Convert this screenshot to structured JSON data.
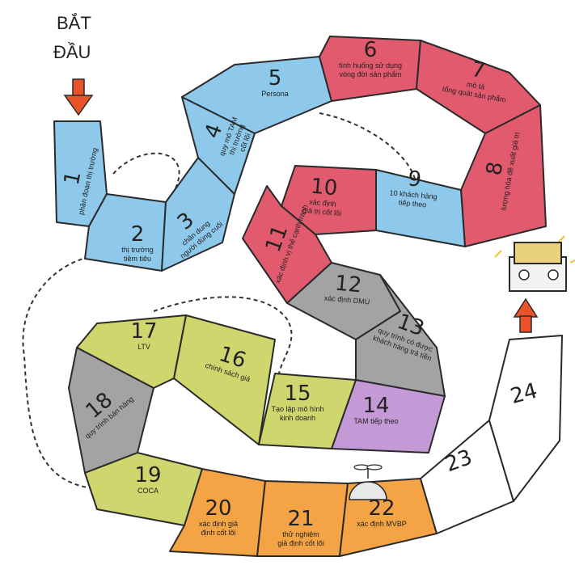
{
  "start_label": [
    "BẮT",
    "ĐẦU"
  ],
  "colors": {
    "blue": "#8ec8ea",
    "red": "#e25a6e",
    "gray": "#a4a3a4",
    "purple": "#c49ad6",
    "green": "#cfd66e",
    "orange": "#f4a445",
    "white": "#ffffff",
    "arrow": "#e8532a"
  },
  "squares": [
    {
      "n": "1",
      "lines": [
        "phân đoạn thị trường"
      ],
      "color": "blue"
    },
    {
      "n": "2",
      "lines": [
        "thị trường",
        "tiềm tiêu"
      ],
      "color": "blue"
    },
    {
      "n": "3",
      "lines": [
        "chân dung",
        "người dùng cuối"
      ],
      "color": "blue"
    },
    {
      "n": "4",
      "lines": [
        "quy mô TAM",
        "thị trường",
        "cốt lõi"
      ],
      "color": "blue"
    },
    {
      "n": "5",
      "lines": [
        "Persona"
      ],
      "color": "blue"
    },
    {
      "n": "6",
      "lines": [
        "tình huống sử dụng",
        "vòng đời sản phẩm"
      ],
      "color": "red"
    },
    {
      "n": "7",
      "lines": [
        "mô tả",
        "tổng quát sản phẩm"
      ],
      "color": "red"
    },
    {
      "n": "8",
      "lines": [
        "lượng hóa đề xuất giá trị"
      ],
      "color": "red"
    },
    {
      "n": "9",
      "lines": [
        "10 khách hàng",
        "tiếp theo"
      ],
      "color": "blue"
    },
    {
      "n": "10",
      "lines": [
        "xác định",
        "giá trị cốt lõi"
      ],
      "color": "red"
    },
    {
      "n": "11",
      "lines": [
        "xác định vị thế cạnh tranh"
      ],
      "color": "red"
    },
    {
      "n": "12",
      "lines": [
        "xác định DMU"
      ],
      "color": "gray"
    },
    {
      "n": "13",
      "lines": [
        "quy trình có được",
        "khách hàng trả tiền"
      ],
      "color": "gray"
    },
    {
      "n": "14",
      "lines": [
        "TAM tiếp theo"
      ],
      "color": "purple"
    },
    {
      "n": "15",
      "lines": [
        "Tạo lập mô hình",
        "kinh doanh"
      ],
      "color": "green"
    },
    {
      "n": "16",
      "lines": [
        "chính sách giá"
      ],
      "color": "green"
    },
    {
      "n": "17",
      "lines": [
        "LTV"
      ],
      "color": "green"
    },
    {
      "n": "18",
      "lines": [
        "quy trình bán hàng"
      ],
      "color": "gray"
    },
    {
      "n": "19",
      "lines": [
        "COCA"
      ],
      "color": "green"
    },
    {
      "n": "20",
      "lines": [
        "xác định giả",
        "định cốt lõi"
      ],
      "color": "orange"
    },
    {
      "n": "21",
      "lines": [
        "thử nghiệm",
        "giả định cốt lõi"
      ],
      "color": "orange"
    },
    {
      "n": "22",
      "lines": [
        "xác định MVBP"
      ],
      "color": "orange"
    },
    {
      "n": "23",
      "lines": [],
      "color": "white"
    },
    {
      "n": "24",
      "lines": [],
      "color": "white"
    }
  ]
}
